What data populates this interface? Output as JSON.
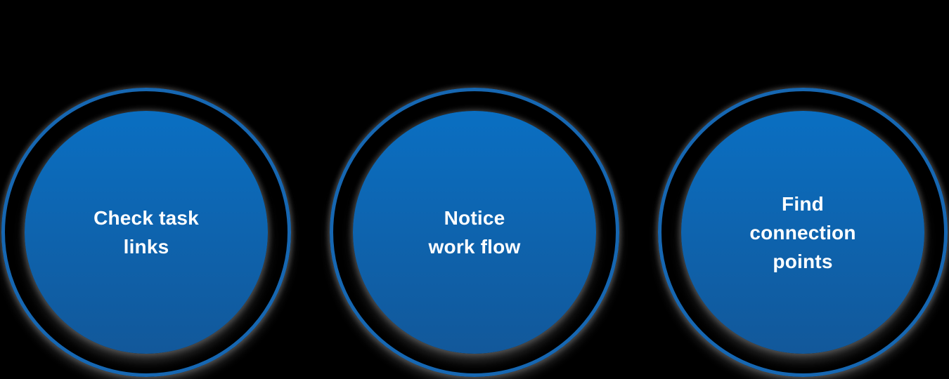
{
  "steps": [
    {
      "label": "Check task\nlinks"
    },
    {
      "label": "Notice\nwork flow"
    },
    {
      "label": "Find\nconnection\npoints"
    }
  ],
  "colors": {
    "background": "#000000",
    "ring": "#1667b2",
    "disc_top": "#0a6fc2",
    "disc_bottom": "#12589a",
    "text": "#ffffff"
  }
}
